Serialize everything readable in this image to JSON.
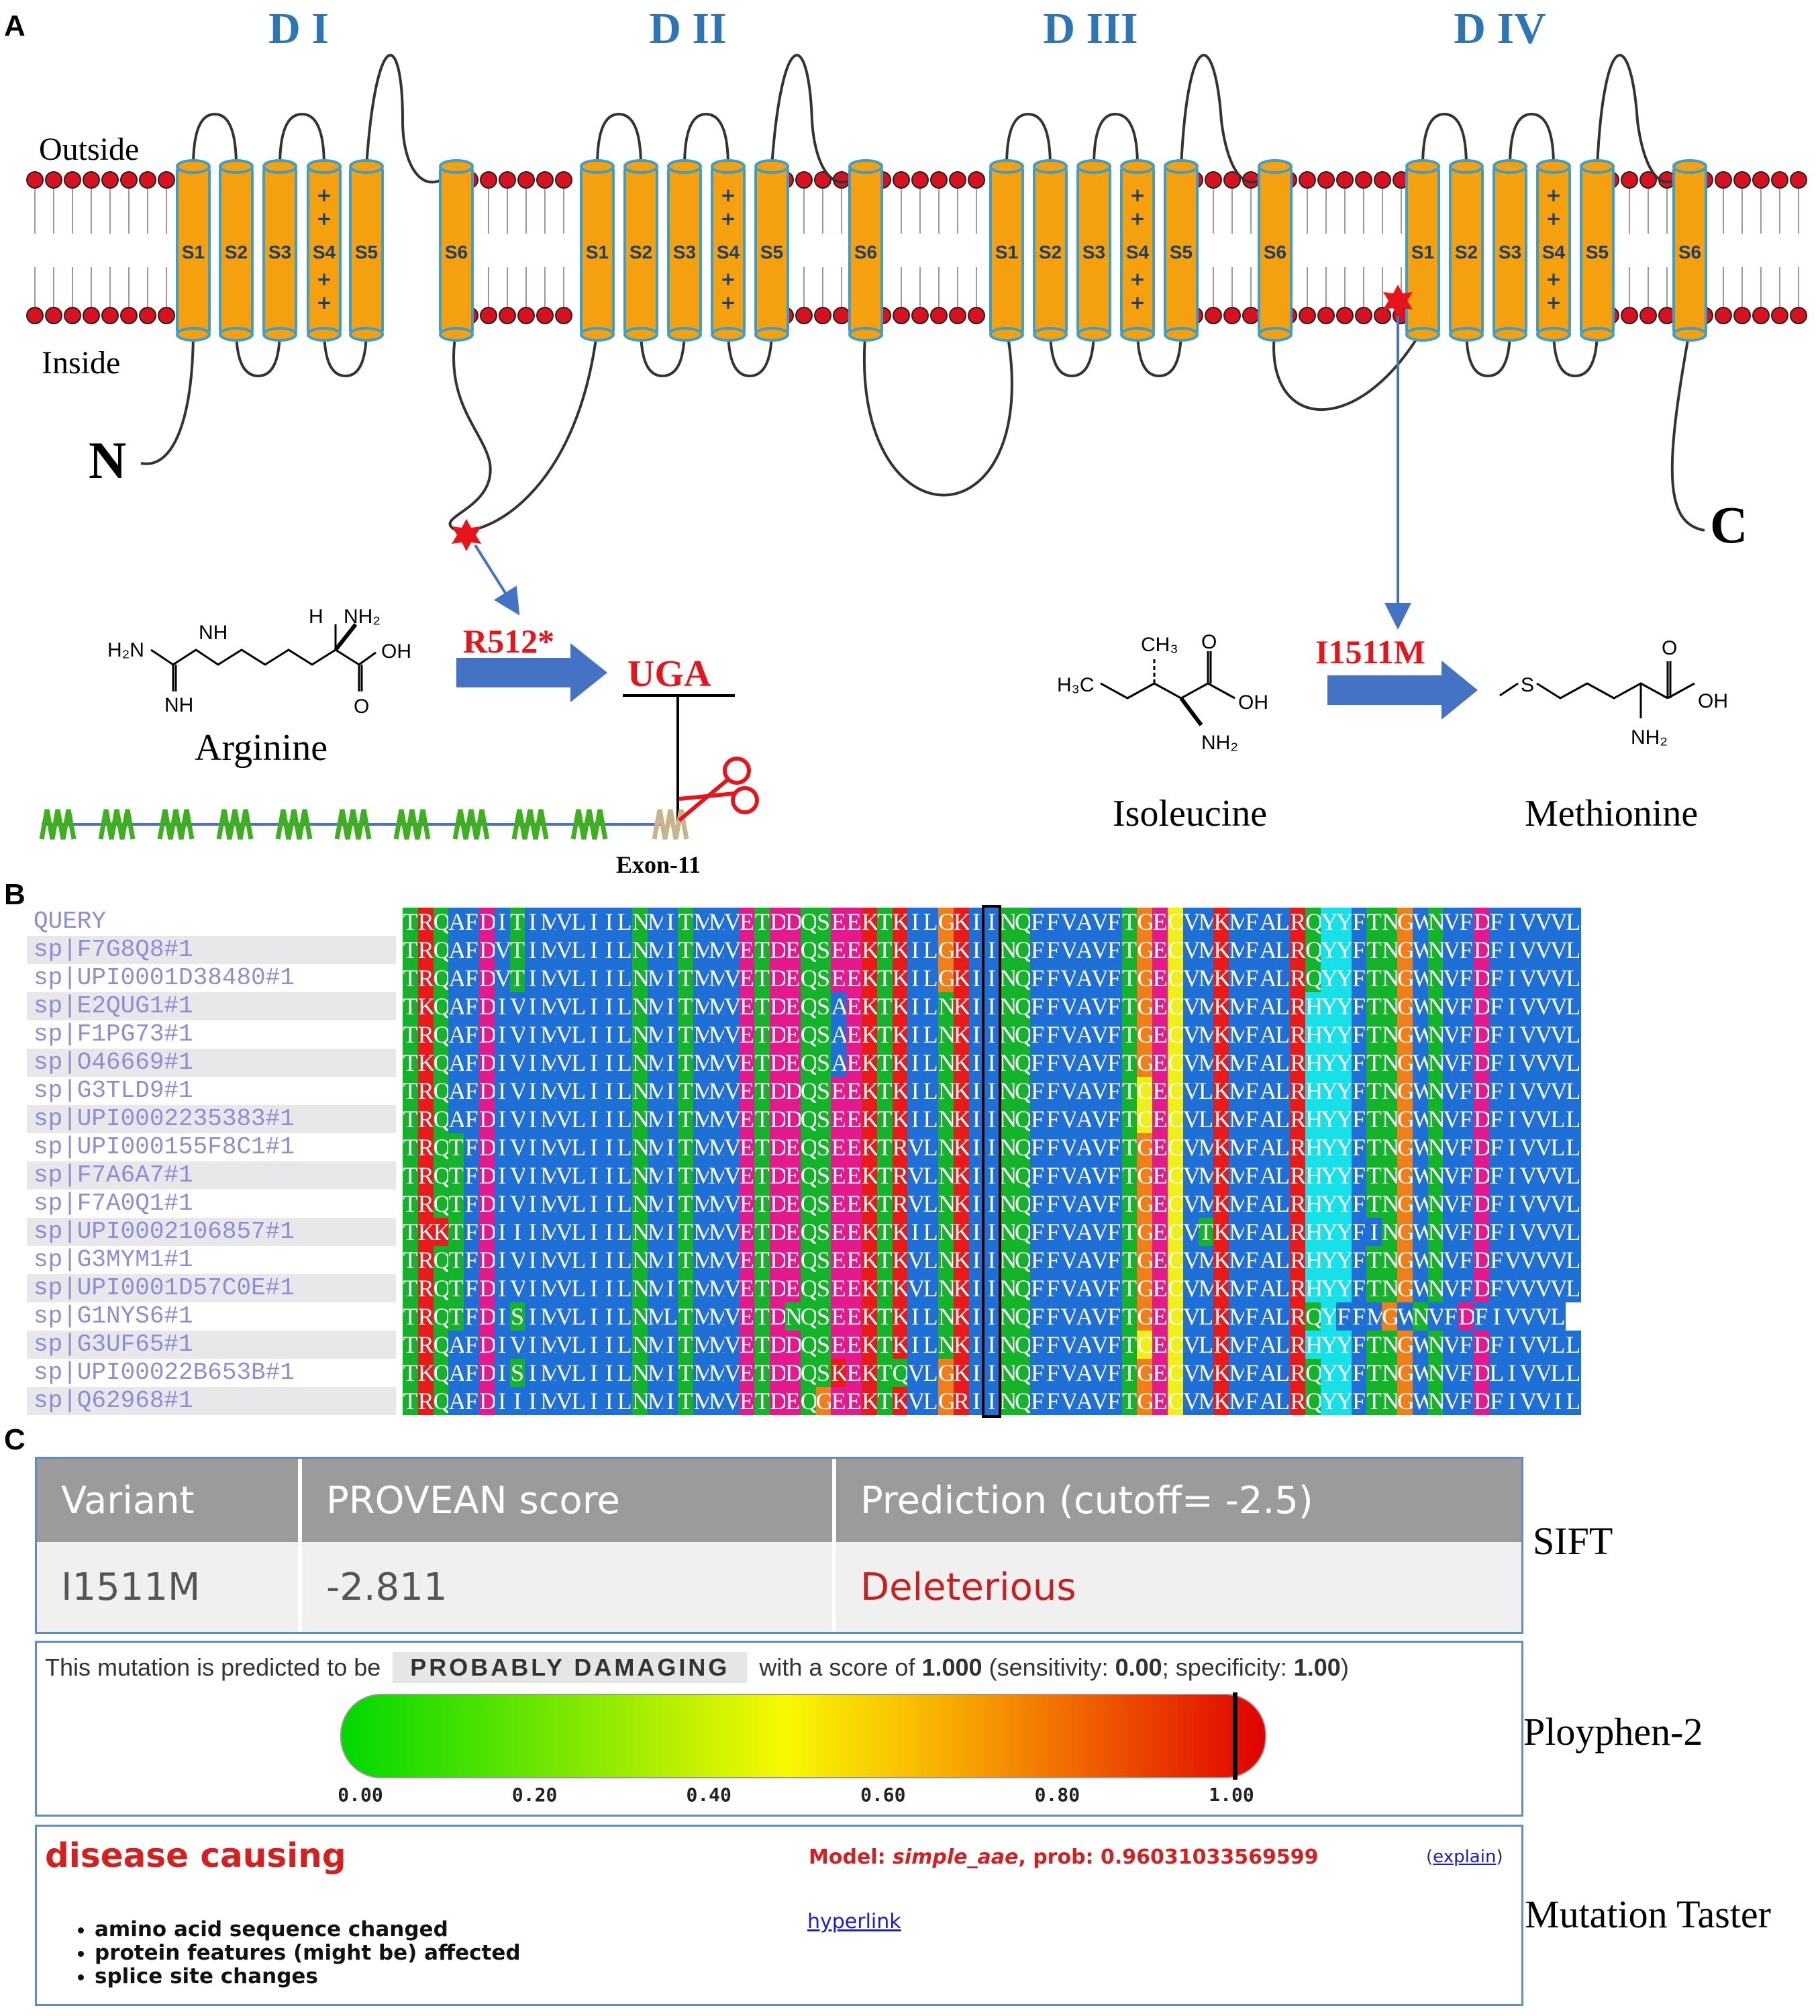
{
  "panel_labels": {
    "a": "A",
    "b": "B",
    "c": "C"
  },
  "panel_a": {
    "domains": [
      "D I",
      "D II",
      "D III",
      "D IV"
    ],
    "outside_label": "Outside",
    "inside_label": "Inside",
    "n_terminus": "N",
    "c_terminus": "C",
    "segment_groups": [
      [
        "S1",
        "S2",
        "S3",
        "S4",
        "S5"
      ],
      [
        "S6"
      ],
      [
        "S1",
        "S2",
        "S3",
        "S4",
        "S5"
      ],
      [
        "S6"
      ],
      [
        "S1",
        "S2",
        "S3",
        "S4",
        "S5"
      ],
      [
        "S6"
      ],
      [
        "S1",
        "S2",
        "S3",
        "S4",
        "S5"
      ],
      [
        "S6"
      ]
    ],
    "s4_charge": "+",
    "mutation1": "R512*",
    "codon": "UGA",
    "mutation2": "I1511M",
    "aa_arginine": "Arginine",
    "aa_isoleucine": "Isoleucine",
    "aa_methionine": "Methionine",
    "exon_label": "Exon-11",
    "arg_formula": {
      "h2n": "H₂N",
      "nh": "NH",
      "h": "H",
      "nh2": "NH₂",
      "oh": "OH",
      "o": "O"
    },
    "ile_formula": {
      "ch3": "CH₃",
      "h3c": "H₃C",
      "o": "O",
      "oh": "OH",
      "nh2": "NH₂"
    },
    "met_formula": {
      "s": "S",
      "o": "O",
      "oh": "OH",
      "nh2": "NH₂"
    },
    "colors": {
      "segment": "#f5a00f",
      "segment_outline": "#3d9fc9",
      "domain_label": "#2e75b6",
      "mutation": "#e8141c",
      "arrow": "#4472c4",
      "lipid_head": "#d8111e"
    }
  },
  "panel_b": {
    "names": [
      "QUERY",
      "sp|F7G8Q8#1",
      "sp|UPI0001D38480#1",
      "sp|E2QUG1#1",
      "sp|F1PG73#1",
      "sp|O46669#1",
      "sp|G3TLD9#1",
      "sp|UPI0002235383#1",
      "sp|UPI000155F8C1#1",
      "sp|F7A6A7#1",
      "sp|F7A0Q1#1",
      "sp|UPI0002106857#1",
      "sp|G3MYM1#1",
      "sp|UPI0001D57C0E#1",
      "sp|G1NYS6#1",
      "sp|G3UF65#1",
      "sp|UPI00022B653B#1",
      "sp|Q62968#1"
    ],
    "sequences": [
      "TRQAFDITIMVLIILNMITMMVETDDQSEEKTKILGKIINQFFVAVFTGECVMKMFALRQYYFTNGWNVFDFIVVVL",
      "TRQAFDVTIMVLIILNMITMMVETDEQSEEKTKILGKIINQFFVAVFTGECVMKMFALRQYYFTNGWNVFDFIVVVL",
      "TRQAFDVTIMVLIILNMITMMVETDEQSEEKTKILGKIINQFFVAVFTGECVMKMFALRQYYFTNGWNVFDFIVVVL",
      "TKQAFDIVIMVLIILNMITMMVETDEQSAEKTKILNKIINQFFVAVFTGECVMKMFALRHYYFTNGWNVFDFIVVVL",
      "TRQAFDIVIMVLIILNMITMMVETDEQSAEKTKILNKIINQFFVAVFTGECVMKMFALRHYYFTNGWNVFDFIVVVL",
      "TKQAFDIVIMVLIILNMITMMVETDEQSAEKTKILNKIINQFFVAVFTGECVMKMFALRHYYFTNGWNVFDFIVVVL",
      "TRQAFDIVIMVLIILNMITMMVETDDQSEEKTKILNKIINQFFVAVFTCECVLKMFALRHYYFTNGWNVFDFIVVVL",
      "TRQAFDIVIMVLIILNMITMMVETDDQSEEKTKILNKIINQFFVAVFTCECVLKMFALRHYYFTNGWNVFDFIVVLL",
      "TRQTFDIVIMVLIILNMITMMVETDEQSEEKTRVLNKIINQFFVAVFTGECVMKMFALRHYYFTNGWNVFDFIVVLL",
      "TRQTFDIVIMVLIILNMITMMVETDEQSEEKTRVLNKIINQFFVAVFTGECVMKMFALRHYYFTNGWNVFDFIVVVL",
      "TRQTFDIVIMVLIILNMITMMVETDEQSEEKTRVLNKIINQFFVAVFTGECVMKMFALRHYYFTNGWNVFDFIVVVL",
      "TKKTFDIIIMVLIILNMITMMVETDEQSEEKTKILNKIINQFFVAVFTGECVTKMFALRHYYFINGWNVFDFIVVVL",
      "TRQTFDIVIMVLIILNMITMMVETDEQSEEKTKVLNKIINQFFVAVFTGECVMKMFALRHYYFTNGWNVFDFVVVVL",
      "TRQTFDIVIMVLIILNMITMMVETDEQSEEKTKVLNKIINQFFVAVFTGECVMKMFALRHYYFTNGWNVFDFVVVVL",
      "TRQTFDISIMVLIILNMLTMMVETDNQSEEKTKILNKIINQFFVAVFTGECVLKMFALRQYFFMGWNVFDFIVVVL ",
      "TRQAFDIVIMVLIILNMITMMVETDDQSEEKTKILNKIINQFFVAVFTCECVLKMFALRHYYFTNGWNVFDFIVVLL",
      "TKQAFDISIMVLIILNMITMMVETDDQSKEKTQVLGKIINQFFVAVFTGECVMKMFALRQYYFTNGWNVFDLIVVLL",
      "TRQAFDIIIMVLIILNMITMMVETDEQGEEKTKVLGRIINQFFVAVFTGECVMKMFALRQYYFTNGWNVFDFIVVIL"
    ],
    "highlight_column": 38,
    "colors": {
      "name_text": "#8c8cd8",
      "hydrophobic": "#1e6fd6",
      "polar": "#13b42a",
      "acidic": "#e5198e",
      "basic": "#e81a1a",
      "gly": "#f07f1a",
      "cys": "#f0ef1a",
      "aromatic": "#16e0e8",
      "row_band": "#e8e8ea"
    }
  },
  "panel_c": {
    "sift": {
      "headers": [
        "Variant",
        "PROVEAN score",
        "Prediction (cutoff= -2.5)"
      ],
      "row": [
        "I1511M",
        "-2.811",
        "Deleterious"
      ],
      "label": "SIFT"
    },
    "polyphen": {
      "prefix": "This mutation is predicted to be",
      "badge": "PROBABLY DAMAGING",
      "with_score": "with a score of",
      "score": "1.000",
      "sens_label": "(sensitivity:",
      "sens": "0.00",
      "spec_label": "; specificity:",
      "spec": "1.00",
      "close": ")",
      "score_fraction": 1.0,
      "ticks": [
        "0.00",
        "0.20",
        "0.40",
        "0.60",
        "0.80",
        "1.00"
      ],
      "label": "Ployphen-2"
    },
    "mutation_taster": {
      "verdict": "disease causing",
      "model_prefix": "Model: ",
      "model_name": "simple_aae",
      "prob_text": ", prob: 0.96031033569599",
      "explain_link": "explain",
      "hyperlink": "hyperlink",
      "bullets": [
        "amino acid sequence changed",
        "protein features (might be) affected",
        "splice site changes"
      ],
      "label": "Mutation Taster"
    }
  }
}
